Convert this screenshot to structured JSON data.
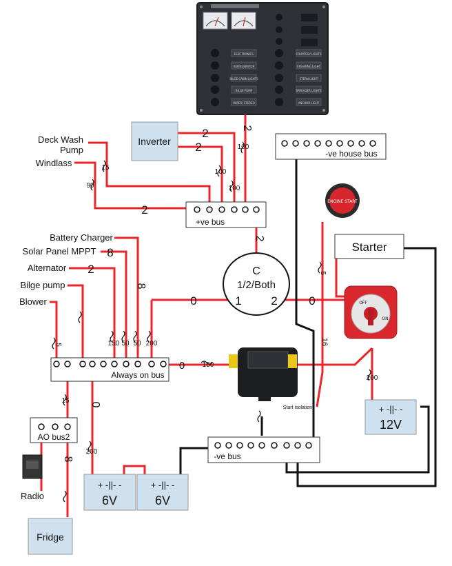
{
  "panel": {
    "labels_left": [
      "ELECTRONICS",
      "REFRIGERATOR",
      "BILGE CABIN LIGHTS",
      "BILGE PUMP",
      "WIPER/ STEREO"
    ],
    "labels_right": [
      "COURTESY LIGHTS",
      "STEAMING LIGHT",
      "STERN LIGHT",
      "SPREADER LIGHTS",
      "ANCHOR LIGHT"
    ]
  },
  "labels": {
    "deck_wash": "Deck Wash",
    "pump": "Pump",
    "windlass": "Windlass",
    "inverter": "Inverter",
    "ve_house_bus": "-ve house bus",
    "pos_bus": "+ve bus",
    "starter": "Starter",
    "battery_charger": "Battery Charger",
    "solar_mppt": "Solar Panel MPPT",
    "alternator": "Alternator",
    "bilge_pump": "Bilge pump",
    "blower": "Blower",
    "always_on_bus": "Always on bus",
    "ao_bus2": "AO bus2",
    "radio": "Radio",
    "fridge": "Fridge",
    "neg_bus": "-ve bus",
    "start_isolation": "Start isolation",
    "switch_c": "C",
    "switch_both": "1/2/Both",
    "switch_1": "1",
    "switch_2": "2",
    "switch_off": "OFF",
    "switch_on": "ON",
    "engine_start": "ENGINE START",
    "battery_12v": "12V",
    "battery_6v_1": "6V",
    "battery_6v_2": "6V",
    "battery_symbol": "+ -||-  -"
  },
  "wire_gauges": {
    "panel_feed": "2",
    "inverter_1": "2",
    "inverter_2": "2",
    "windlass_run": "2",
    "bus_to_switch": "2",
    "charger": "8",
    "solar": "8",
    "alternator": "2",
    "switch_1": "0",
    "switch_2": "0",
    "always_on": "0",
    "batt_6v": "0",
    "fridge": "8",
    "start_iso": "16"
  },
  "fuses": {
    "panel": "100",
    "inverter_a": "100",
    "inverter_b": "100",
    "windlass": "15",
    "deck_wash": "90",
    "alternator": "150",
    "solar": "50",
    "charger": "50",
    "always_on_feed": "200",
    "acr": "150",
    "batt_12v": "200",
    "ao_bus2": "15",
    "batt_6v": "200",
    "starter": "5",
    "blower": "5"
  },
  "colors": {
    "wire_positive": "#e8262b",
    "wire_negative": "#111111",
    "box_fill": "#cfe0ee",
    "panel_body": "#2e3136"
  }
}
